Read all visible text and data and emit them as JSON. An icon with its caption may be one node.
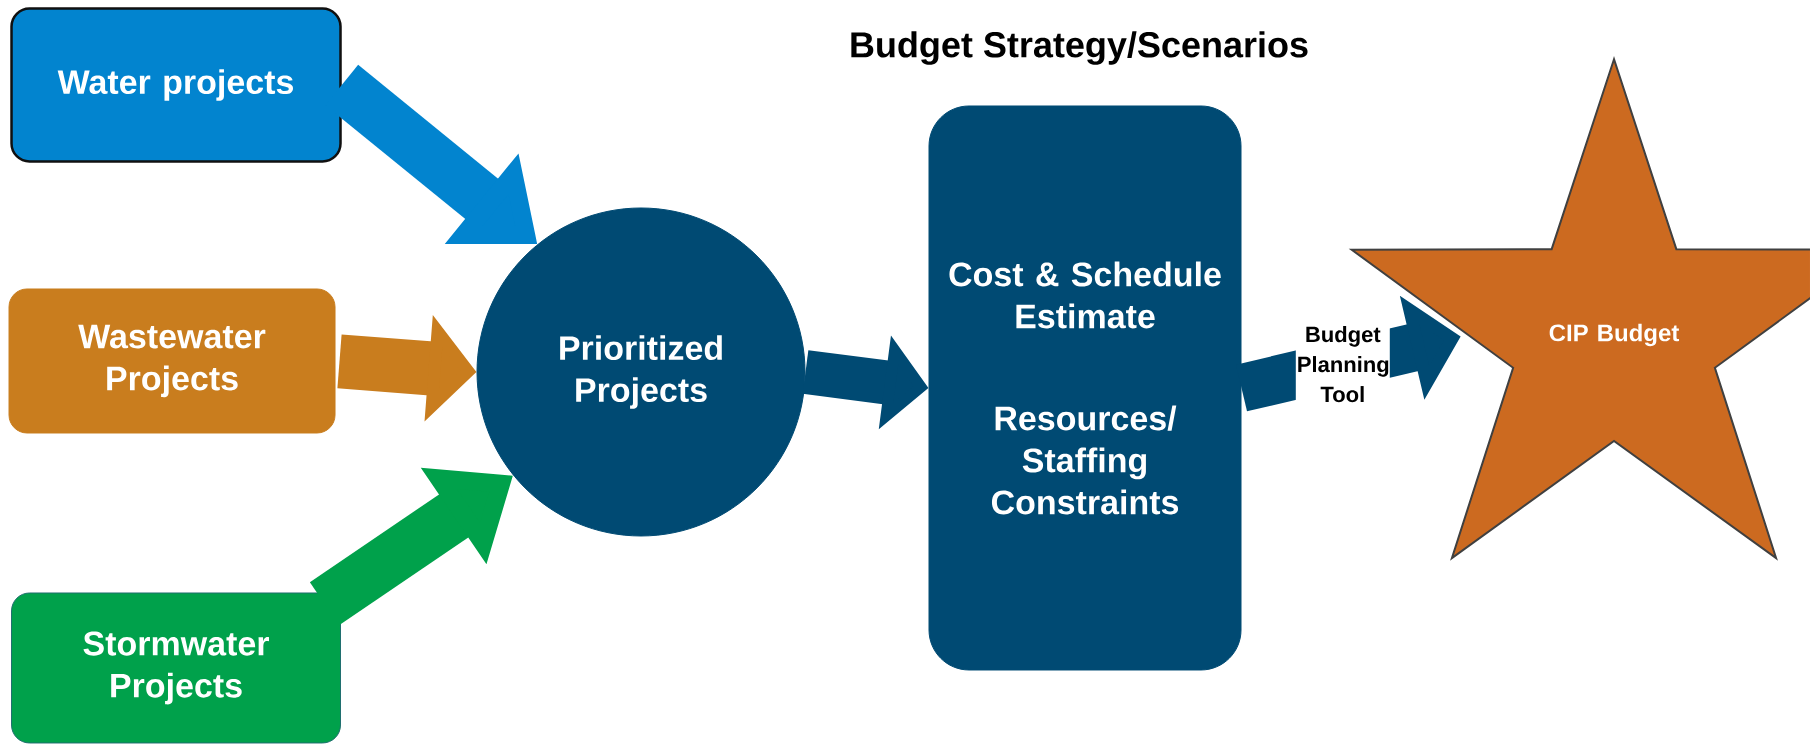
{
  "diagram": {
    "title": "Budget Strategy/Scenarios",
    "nodes": [
      {
        "text": [
          "Water projects"
        ]
      },
      {
        "text": [
          "Wastewater Projects"
        ]
      },
      {
        "text": [
          "Stormwater Projects"
        ]
      },
      {
        "text": [
          "Prioritized Projects"
        ]
      },
      {
        "text": [
          "Cost & Schedule Estimate",
          "Resources/ Staffing Constraints"
        ]
      },
      {
        "text": [
          "CIP Budget"
        ]
      }
    ],
    "edges": [
      {
        "from": 0,
        "to": 3,
        "arrow": "to",
        "color": "#0284cf"
      },
      {
        "from": 1,
        "to": 3,
        "arrow": "to",
        "color": "#c97d1e"
      },
      {
        "from": 2,
        "to": 3,
        "arrow": "to",
        "color": "#00a14b"
      },
      {
        "from": 3,
        "to": 4,
        "arrow": "to",
        "color": "#004a73"
      },
      {
        "from": 4,
        "to": 5,
        "arrow": "to",
        "color": "#004a73",
        "label": "Budget Planning Tool"
      }
    ]
  }
}
